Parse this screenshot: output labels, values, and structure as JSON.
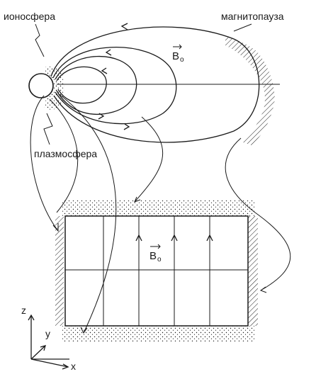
{
  "labels": {
    "ionosphere": "ионосфера",
    "magnetopause": "магнитопауза",
    "plasmasphere": "плазмосфера"
  },
  "field": {
    "symbol": "B",
    "subscript": "o"
  },
  "axes": {
    "z": "z",
    "y": "y",
    "x": "x"
  }
}
